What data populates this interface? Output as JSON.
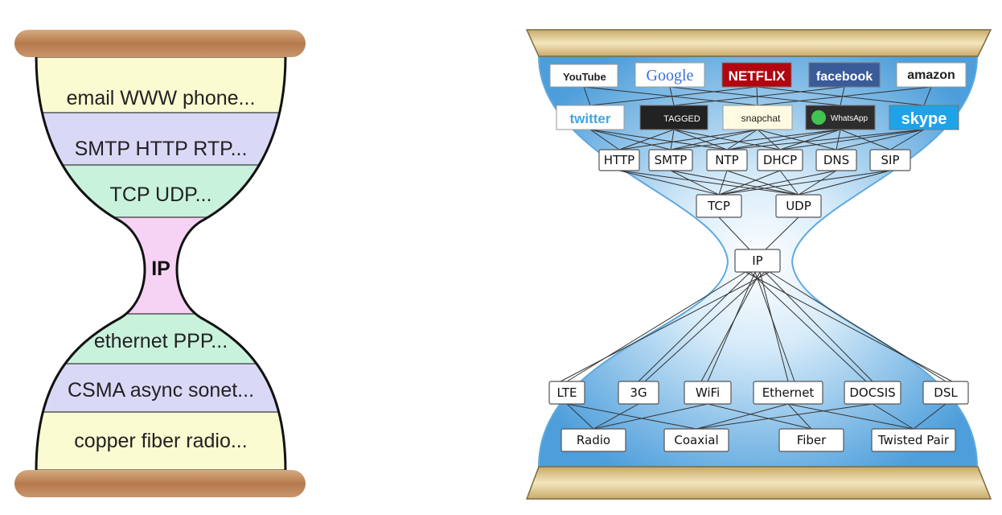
{
  "left_hourglass": {
    "layers": [
      {
        "label": "email  WWW  phone...",
        "color": "#fbfbd2"
      },
      {
        "label": "SMTP  HTTP  RTP...",
        "color": "#d9d9f7"
      },
      {
        "label": "TCP  UDP...",
        "color": "#c8f2dc"
      },
      {
        "label": "IP",
        "color": "#f6d2f4"
      },
      {
        "label": "ethernet   PPP...",
        "color": "#c8f2dc"
      },
      {
        "label": "CSMA  async  sonet...",
        "color": "#d9d9f7"
      },
      {
        "label": "copper  fiber  radio...",
        "color": "#fbfbd2"
      }
    ],
    "rod_color": "#c9956b"
  },
  "right_hourglass": {
    "fill_color": "#5ea9df",
    "plate_color": "#e7d6a3",
    "apps": [
      "YouTube",
      "Google",
      "NETFLIX",
      "facebook",
      "amazon",
      "twitter",
      "TAGGED",
      "snapchat",
      "WhatsApp",
      "skype"
    ],
    "app_protocols": [
      "HTTP",
      "SMTP",
      "NTP",
      "DHCP",
      "DNS",
      "SIP"
    ],
    "transport": [
      "TCP",
      "UDP"
    ],
    "network": "IP",
    "link": [
      "LTE",
      "3G",
      "WiFi",
      "Ethernet",
      "DOCSIS",
      "DSL"
    ],
    "physical": [
      "Radio",
      "Coaxial",
      "Fiber",
      "Twisted Pair"
    ]
  }
}
